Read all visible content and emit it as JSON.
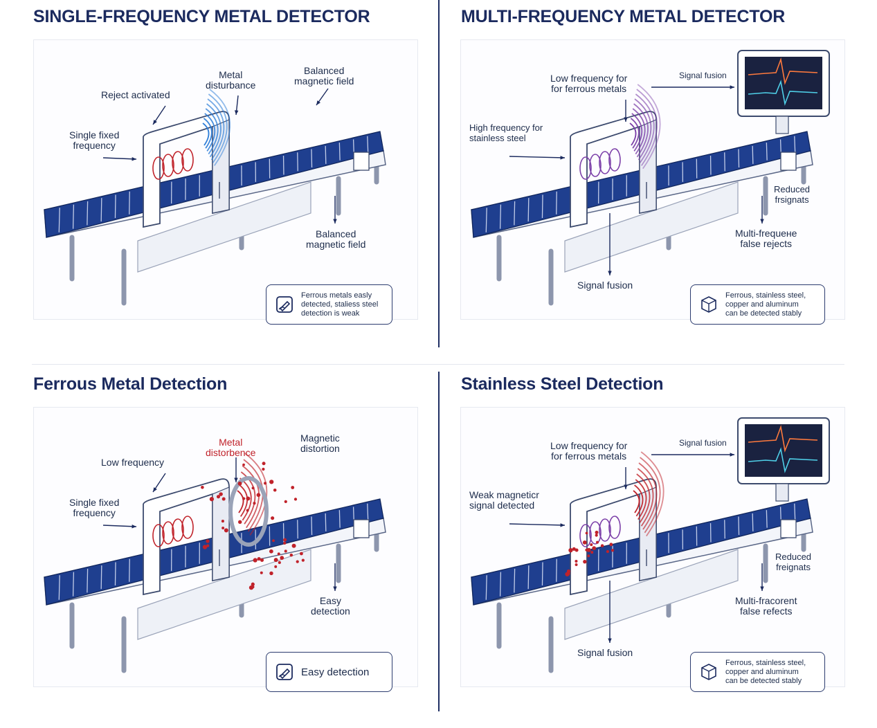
{
  "panels": [
    {
      "title": "SINGLE-FREQUENCY METAL DETECTOR",
      "labels": {
        "reject": "Reject activated",
        "single_fixed": "Single fixed\nfrequency",
        "metal_disturbance": "Metal\ndisturbance",
        "balanced_top": "Balanced\nmagnetic field",
        "balanced_bottom": "Balanced\nmagnetic field"
      },
      "info": "Ferrous metals easly\ndetected, staliess steel\ndetection is weak"
    },
    {
      "title": "MULTI-FREQUENCY METAL DETECTOR",
      "labels": {
        "low_freq": "Low frequency for\nfor ferrous metals",
        "signal_fusion_top": "Signal fusion",
        "high_freq": "High frequency for\nstainless steel",
        "reduced": "Reduced\nfrsignats",
        "multi_freq": "Multi-frequeне\nfalse rejects",
        "signal_fusion_bottom": "Signal fusion"
      },
      "info": "Ferrous, stainless steel,\ncopper and aluminum\ncan be detected stably"
    },
    {
      "title": "Ferrous Metal Detection",
      "labels": {
        "low_freq": "Low frequency",
        "single_fixed": "Single fixed\nfrequency",
        "metal_disturbance": "Metal\ndistorbence",
        "magnetic_distortion": "Magnetic\ndistortion",
        "easy": "Easy\ndetection"
      },
      "info": "Easy detection"
    },
    {
      "title": "Stainless Steel Detection",
      "labels": {
        "low_freq": "Low frequency for\nfor ferrous metals",
        "signal_fusion_top": "Signal fusion",
        "weak": "Weak magneticr\nsignal detected",
        "reduced": "Reduced\nfreignats",
        "multi_freq": "Multi-fracorent\nfalse refects",
        "signal_fusion_bottom": "Signal fusion"
      },
      "info": "Ferrous, stainless steel,\ncopper and aluminum\ncan be detected stably"
    }
  ],
  "colors": {
    "navy": "#1b2a5e",
    "belt": "#1f3f8f",
    "red": "#c0222a",
    "blue_wave": "#2f7fd8",
    "purple_wave": "#7b3fa8"
  }
}
